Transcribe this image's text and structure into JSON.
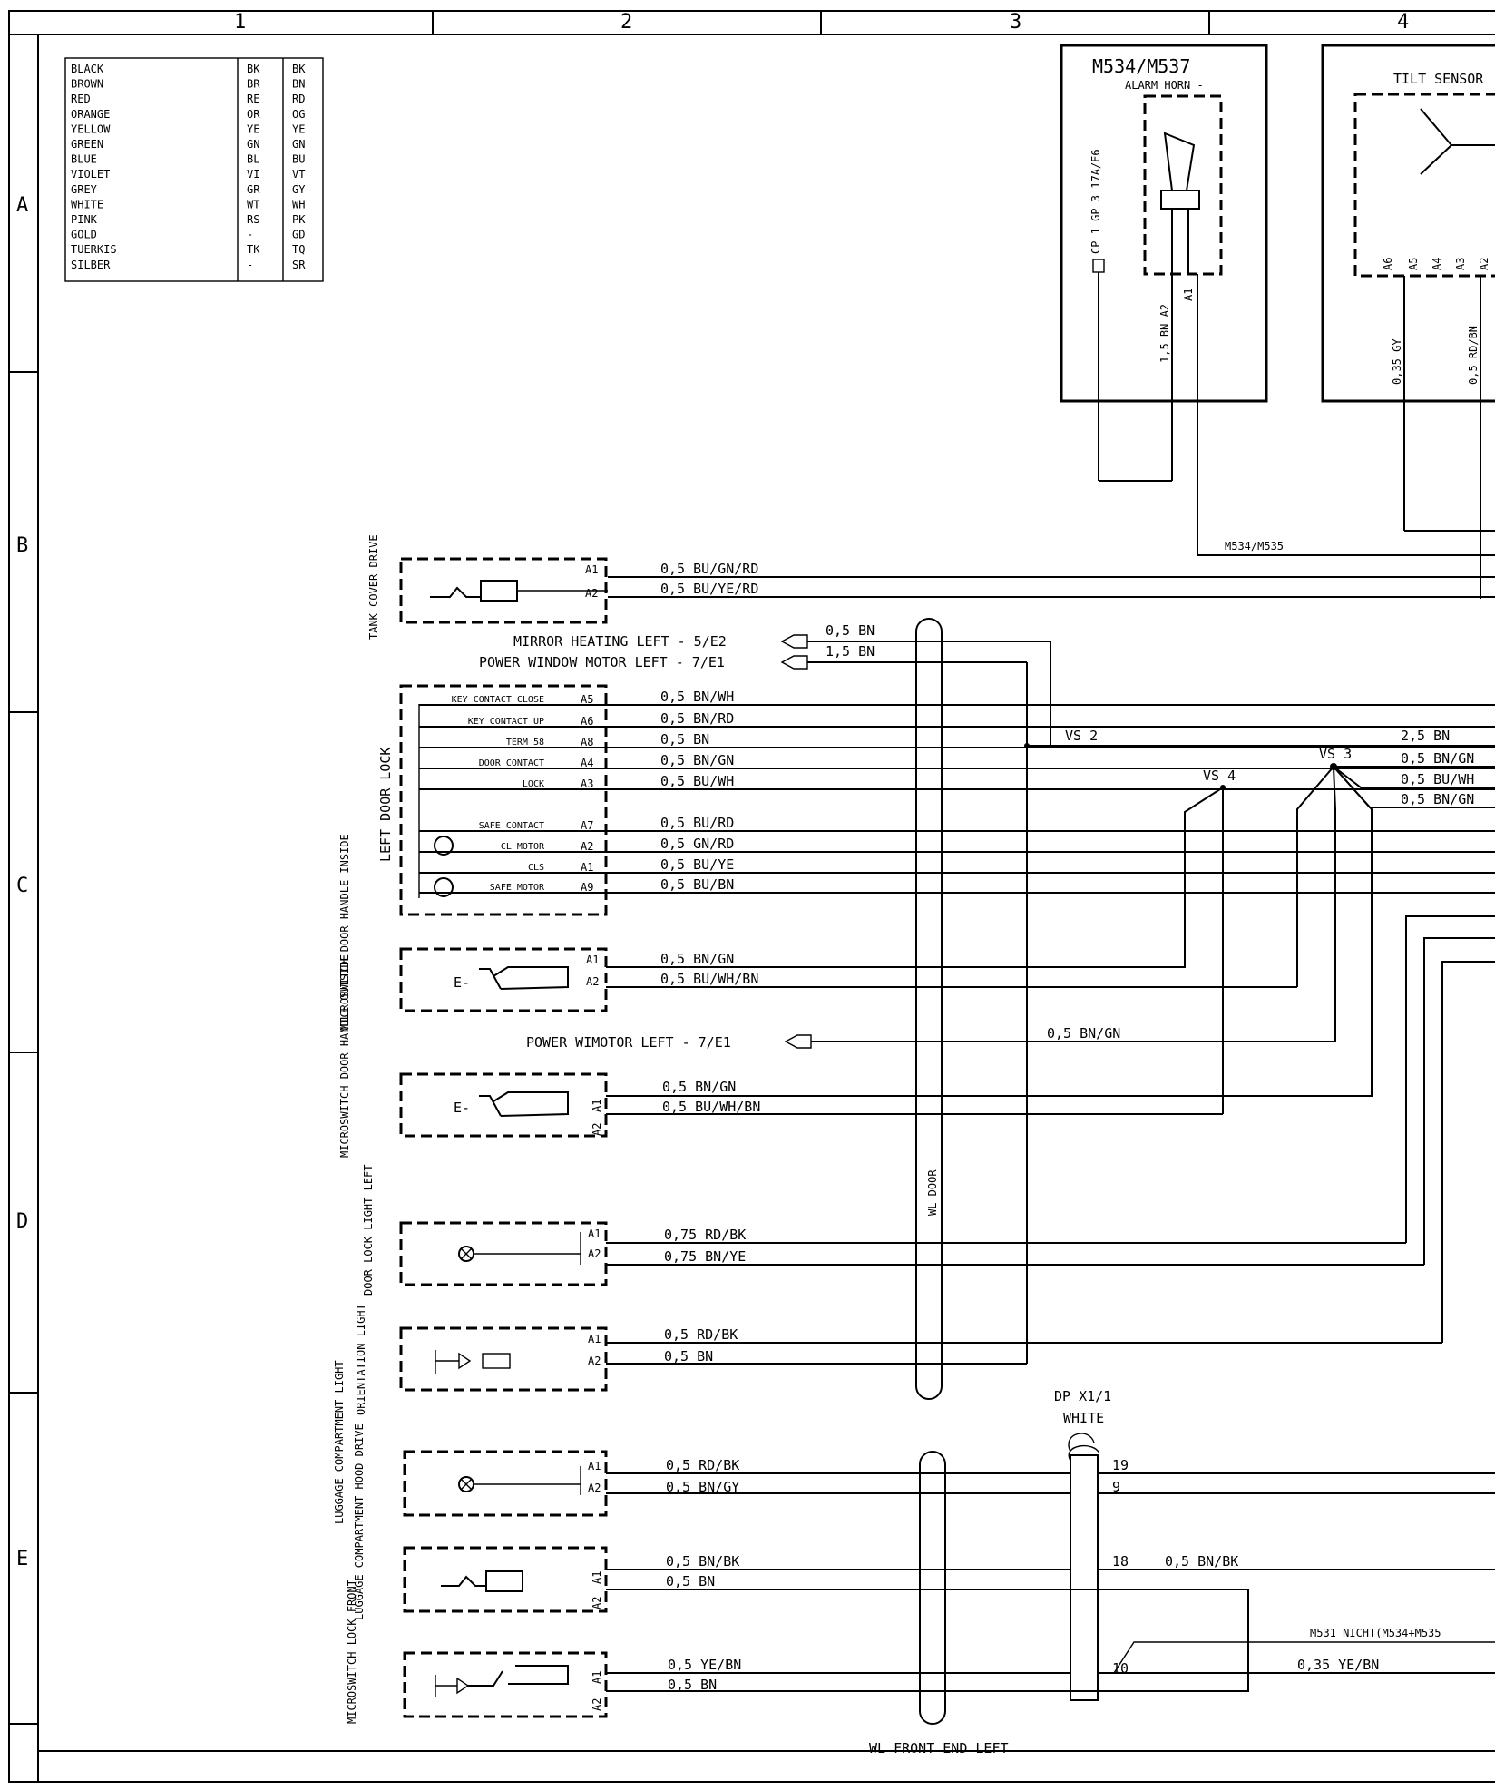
{
  "columns": [
    "1",
    "2",
    "3",
    "4"
  ],
  "rows": [
    "A",
    "B",
    "C",
    "D",
    "E"
  ],
  "color_legend": [
    [
      "BLACK",
      "BK",
      "BK"
    ],
    [
      "BROWN",
      "BR",
      "BN"
    ],
    [
      "RED",
      "RE",
      "RD"
    ],
    [
      "ORANGE",
      "OR",
      "OG"
    ],
    [
      "YELLOW",
      "YE",
      "YE"
    ],
    [
      "GREEN",
      "GN",
      "GN"
    ],
    [
      "BLUE",
      "BL",
      "BU"
    ],
    [
      "VIOLET",
      "VI",
      "VT"
    ],
    [
      "GREY",
      "GR",
      "GY"
    ],
    [
      "WHITE",
      "WT",
      "WH"
    ],
    [
      "PINK",
      "RS",
      "PK"
    ],
    [
      "GOLD",
      "-",
      "GD"
    ],
    [
      "TUERKIS",
      "TK",
      "TQ"
    ],
    [
      "SILBER",
      "-",
      "SR"
    ]
  ],
  "alarm_horn": {
    "title": "M534/M537",
    "subtitle": "ALARM HORN -",
    "pin_label": "CP 1  GP 3  17A/E6",
    "wire": "1,5 BN  A2",
    "pin_a1": "A1",
    "route": "M534/M535"
  },
  "tilt_sensor": {
    "title": "TILT SENSOR",
    "pins": [
      "A6",
      "A5",
      "A4",
      "A3",
      "A2"
    ],
    "wire1": "0,35 GY",
    "wire2": "0,5 RD/BN"
  },
  "tank_cover": {
    "name": "TANK COVER DRIVE",
    "pins": [
      "A1",
      "A2"
    ],
    "wires": [
      "0,5 BU/GN/RD",
      "0,5 BU/YE/RD"
    ]
  },
  "refs": {
    "mirror": "MIRROR HEATING LEFT - 5/E2",
    "mirror_wire": "0,5 BN",
    "power_window": "POWER WINDOW MOTOR LEFT - 7/E1",
    "power_window_wire": "1,5 BN",
    "power_wimotor": "POWER WIMOTOR LEFT - 7/E1",
    "power_wimotor_wire": "0,5 BN/GN"
  },
  "door_lock": {
    "name": "LEFT   DOOR LOCK",
    "pins": [
      {
        "label": "KEY CONTACT CLOSE",
        "pin": "A5",
        "wire": "0,5 BN/WH"
      },
      {
        "label": "KEY CONTACT UP",
        "pin": "A6",
        "wire": "0,5 BN/RD"
      },
      {
        "label": "TERM 58",
        "pin": "A8",
        "wire": "0,5 BN"
      },
      {
        "label": "DOOR CONTACT",
        "pin": "A4",
        "wire": "0,5 BN/GN"
      },
      {
        "label": "LOCK",
        "pin": "A3",
        "wire": "0,5 BU/WH"
      },
      {
        "label": "SAFE CONTACT",
        "pin": "A7",
        "wire": "0,5 BU/RD"
      },
      {
        "label": "CL MOTOR",
        "pin": "A2",
        "wire": "0,5 GN/RD"
      },
      {
        "label": "CLS",
        "pin": "A1",
        "wire": "0,5 BU/YE"
      },
      {
        "label": "SAFE MOTOR",
        "pin": "A9",
        "wire": "0,5 BU/BN"
      }
    ]
  },
  "splices": {
    "vs2": "VS 2",
    "vs3": "VS 3",
    "vs4": "VS 4",
    "vs2_wire": "2,5 BN",
    "vs3_wires": [
      "0,5 BN/GN",
      "0,5 BU/WH",
      "0,5 BN/GN"
    ]
  },
  "ms_inside": {
    "name": "MICROSWITCH DOOR HANDLE INSIDE",
    "symbol": "E-",
    "pins": [
      "A1",
      "A2"
    ],
    "wires": [
      "0,5 BN/GN",
      "0,5 BU/WH/BN"
    ]
  },
  "ms_outside": {
    "name": "MICROSWITCH DOOR HANDLE OUTSIDE",
    "symbol": "E-",
    "pins": [
      "A1",
      "A2"
    ],
    "wires": [
      "0,5 BN/GN",
      "0,5 BU/WH/BN"
    ]
  },
  "door_lock_light": {
    "name": "DOOR LOCK LIGHT LEFT",
    "pins": [
      "A1",
      "A2"
    ],
    "wires": [
      "0,75 RD/BK",
      "0,75 BN/YE"
    ]
  },
  "orientation_light": {
    "name": "ORIENTATION LIGHT",
    "pins": [
      "A1",
      "A2"
    ],
    "wires": [
      "0,5 RD/BK",
      "0,5 BN"
    ]
  },
  "harness_door": "WL DOOR",
  "connector": {
    "name": "DP X1/1",
    "color": "WHITE",
    "pins": [
      "19",
      "9",
      "18",
      "10"
    ]
  },
  "luggage_light": {
    "name": "LUGGAGE COMPARTMENT LIGHT",
    "pins": [
      "A1",
      "A2"
    ],
    "wires": [
      "0,5 RD/BK",
      "0,5 BN/GY"
    ]
  },
  "hood_drive": {
    "name": "LUGGAGE COMPARTMENT HOOD DRIVE",
    "pins": [
      "A1",
      "A2"
    ],
    "wires": [
      "0,5 BN/BK",
      "0,5 BN"
    ],
    "right_wire": "0,5 BN/BK"
  },
  "ms_lock_front": {
    "name": "MICROSWITCH LOCK FRONT",
    "pins": [
      "A1",
      "A2"
    ],
    "wires": [
      "0,5 YE/BN",
      "0,5 BN"
    ],
    "note": "M531 NICHT(M534+M535",
    "right_wire": "0,35 YE/BN"
  },
  "harness_front": "WL FRONT END LEFT"
}
